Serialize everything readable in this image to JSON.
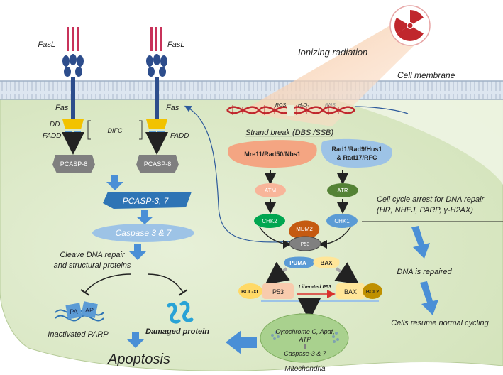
{
  "labels": {
    "fasl_left": "FasL",
    "fasl_right": "FasL",
    "ionizing_radiation": "Ionizing radiation",
    "cell_membrane": "Cell membrane",
    "fas_left": "Fas",
    "fas_right": "Fas",
    "dd": "DD",
    "fadd_left": "FADD",
    "fadd_right": "FADD",
    "difc": "DIFC",
    "pcasp8_left": "PCASP-8",
    "pcasp8_right": "PCASP-8",
    "pcasp37": "PCASP-3, 7",
    "caspase37": "Caspase 3 & 7",
    "cleave_line1": "Cleave DNA repair",
    "cleave_line2": "and structural proteins",
    "parp_left": "PA",
    "parp_right": "AP",
    "inactivated_parp": "Inactivated PARP",
    "damaged_protein": "Damaged protein",
    "apoptosis": "Apoptosis",
    "ros": "ROS",
    "h2o2": "H₂O₂",
    "rns": "RNS",
    "strand_break": "Strand break (DBS /SSB)",
    "mre11": "Mre11/Rad50/Nbs1",
    "rad1_line1": "Rad1/Rad9/Hus1",
    "rad1_line2": "& Rad17/RFC",
    "atm": "ATM",
    "atr": "ATR",
    "chk2": "CHK2",
    "chk1": "CHK1",
    "mdm2": "MDM2",
    "p53": "P53",
    "puma": "PUMA",
    "bax_top": "BAX",
    "bclxl": "BCL-XL",
    "p53_mid": "P53",
    "liberated_p53": "Liberated P53",
    "bax_mid": "BAX",
    "bcl2": "BCL2",
    "bax_arrow": "BAX",
    "cytc_line1": "Cytochrome C, Apaf,",
    "cytc_line2": "ATP",
    "casp37_mito": "Caspase-3 & 7",
    "mitochondria": "Mitochondria",
    "cell_cycle_line1": "Cell cycle arrest for DNA repair",
    "cell_cycle_line2": "(HR, NHEJ, PARP, γ-H2AX)",
    "dna_repaired": "DNA is repaired",
    "cells_resume": "Cells resume normal cycling"
  },
  "colors": {
    "cytoplasm": "#dbe8c4",
    "membrane": "#c9d6e6",
    "receptor": "#2d4d8c",
    "ligand": "#c8325a",
    "dd_yellow": "#f2c200",
    "fadd_blue": "#5b9bd5",
    "pcasp8_gray": "#7f7f7f",
    "pcasp37_blue": "#2e74b5",
    "caspase_light": "#9dc3e6",
    "arrow_blue": "#4a8fd6",
    "mre11_orange": "#f4a582",
    "rad1_blue": "#9dc3e6",
    "atr_green": "#548235",
    "chk_green": "#00a650",
    "mdm2_brown": "#c55a11",
    "p53_gray": "#808080",
    "bax_yellow": "#ffe699",
    "mito_green": "#a9d18e",
    "radiation_red": "#c0272d"
  },
  "icons": [
    "radiation-icon",
    "dna-helix-icon",
    "fas-receptor-icon",
    "fasl-ligand-icon",
    "parp-dna-icon",
    "damaged-protein-icon"
  ]
}
